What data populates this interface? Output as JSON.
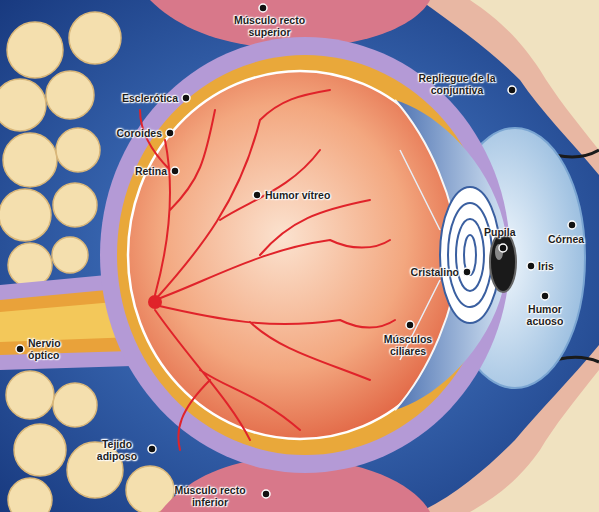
{
  "diagram": {
    "labels": [
      "Músculo recto superior",
      "Esclerótica",
      "Coroides",
      "Retina",
      "Humor vítreo",
      "Repliegue de la conjuntiva",
      "Pupila",
      "Córnea",
      "Cristalino",
      "Iris",
      "Humor acuoso",
      "Músculos ciliares",
      "Nervio óptico",
      "Tejido adiposo",
      "Músculo recto inferior"
    ]
  }
}
